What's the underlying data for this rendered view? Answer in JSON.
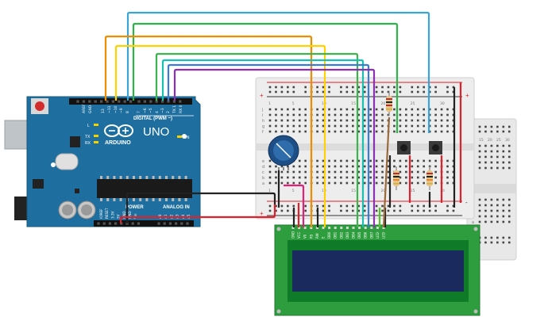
{
  "arduino": {
    "digital_pin_labels": [
      "AREF",
      "GND",
      "13",
      "~11",
      "~10",
      "~9",
      "8",
      "7",
      "~6",
      "~5",
      "4",
      "~3",
      "2",
      "TX 1",
      "RX 0"
    ],
    "digital_header_label": "DIGITAL (PWM ~)",
    "led_labels": [
      "L",
      "TX",
      "RX"
    ],
    "on_label": "ON",
    "logo_text": "ARDUINO",
    "model_text": "UNO",
    "power_label": "POWER",
    "analog_label": "ANALOG IN",
    "power_pin_labels": [
      "IOREF",
      "RESET",
      "3.3V",
      "5V",
      "GND",
      "GND",
      "Vin"
    ],
    "analog_pin_labels": [
      "A0",
      "A1",
      "A2",
      "A3",
      "A4",
      "A5"
    ]
  },
  "breadboard_main": {
    "row_letters_top": [
      "j",
      "i",
      "h",
      "g",
      "f"
    ],
    "row_letters_bottom": [
      "e",
      "d",
      "c",
      "b",
      "a"
    ],
    "column_numbers": [
      "1",
      "5",
      "10",
      "15",
      "20",
      "25",
      "30"
    ],
    "rail_plus": "+",
    "rail_minus": "-"
  },
  "breadboard_side": {
    "row_letters_top": [
      "j",
      "i",
      "h",
      "g",
      "f"
    ],
    "row_letters_bottom": [
      "e",
      "d",
      "c",
      "b",
      "a"
    ],
    "column_numbers": [
      "15",
      "20",
      "25",
      "30"
    ]
  },
  "lcd": {
    "pin_labels": [
      "GND",
      "VCC",
      "V0",
      "RS",
      "RW",
      "E",
      "DB0",
      "DB1",
      "DB2",
      "DB3",
      "DB4",
      "DB5",
      "DB6",
      "DB7",
      "LED",
      "LED"
    ]
  },
  "colors": {
    "board": "#1e6f9f",
    "lcd_pcb": "#2e9d3e",
    "lcd_screen": "#1a2a5e",
    "wire_orange": "#f08c00",
    "wire_yellow": "#ffd100",
    "wire_cyan": "#3aa3d8",
    "wire_green": "#2db34a",
    "wire_teal": "#17c0b0",
    "wire_blue": "#3b7bd8",
    "wire_purple": "#8b2fb5",
    "wire_red": "#e0202a",
    "wire_black": "#222222",
    "wire_pink": "#e0207a",
    "wire_lime": "#56c02a"
  }
}
